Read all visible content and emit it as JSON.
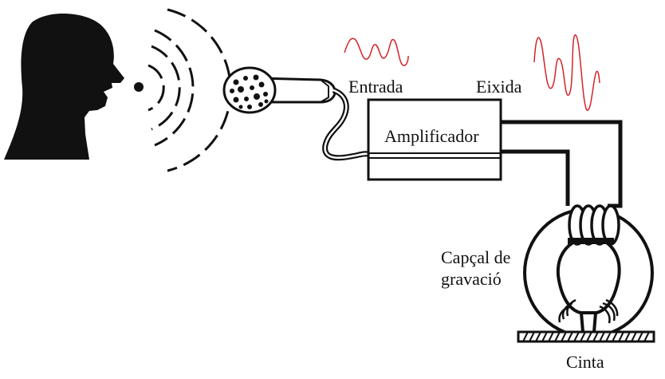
{
  "labels": {
    "input": "Entrada",
    "output": "Eixida",
    "amplifier": "Amplificador",
    "recording_head_line1": "Capçal de",
    "recording_head_line2": "gravació",
    "tape": "Cinta"
  },
  "colors": {
    "ink": "#111111",
    "signal": "#d6232a",
    "background": "#ffffff"
  }
}
